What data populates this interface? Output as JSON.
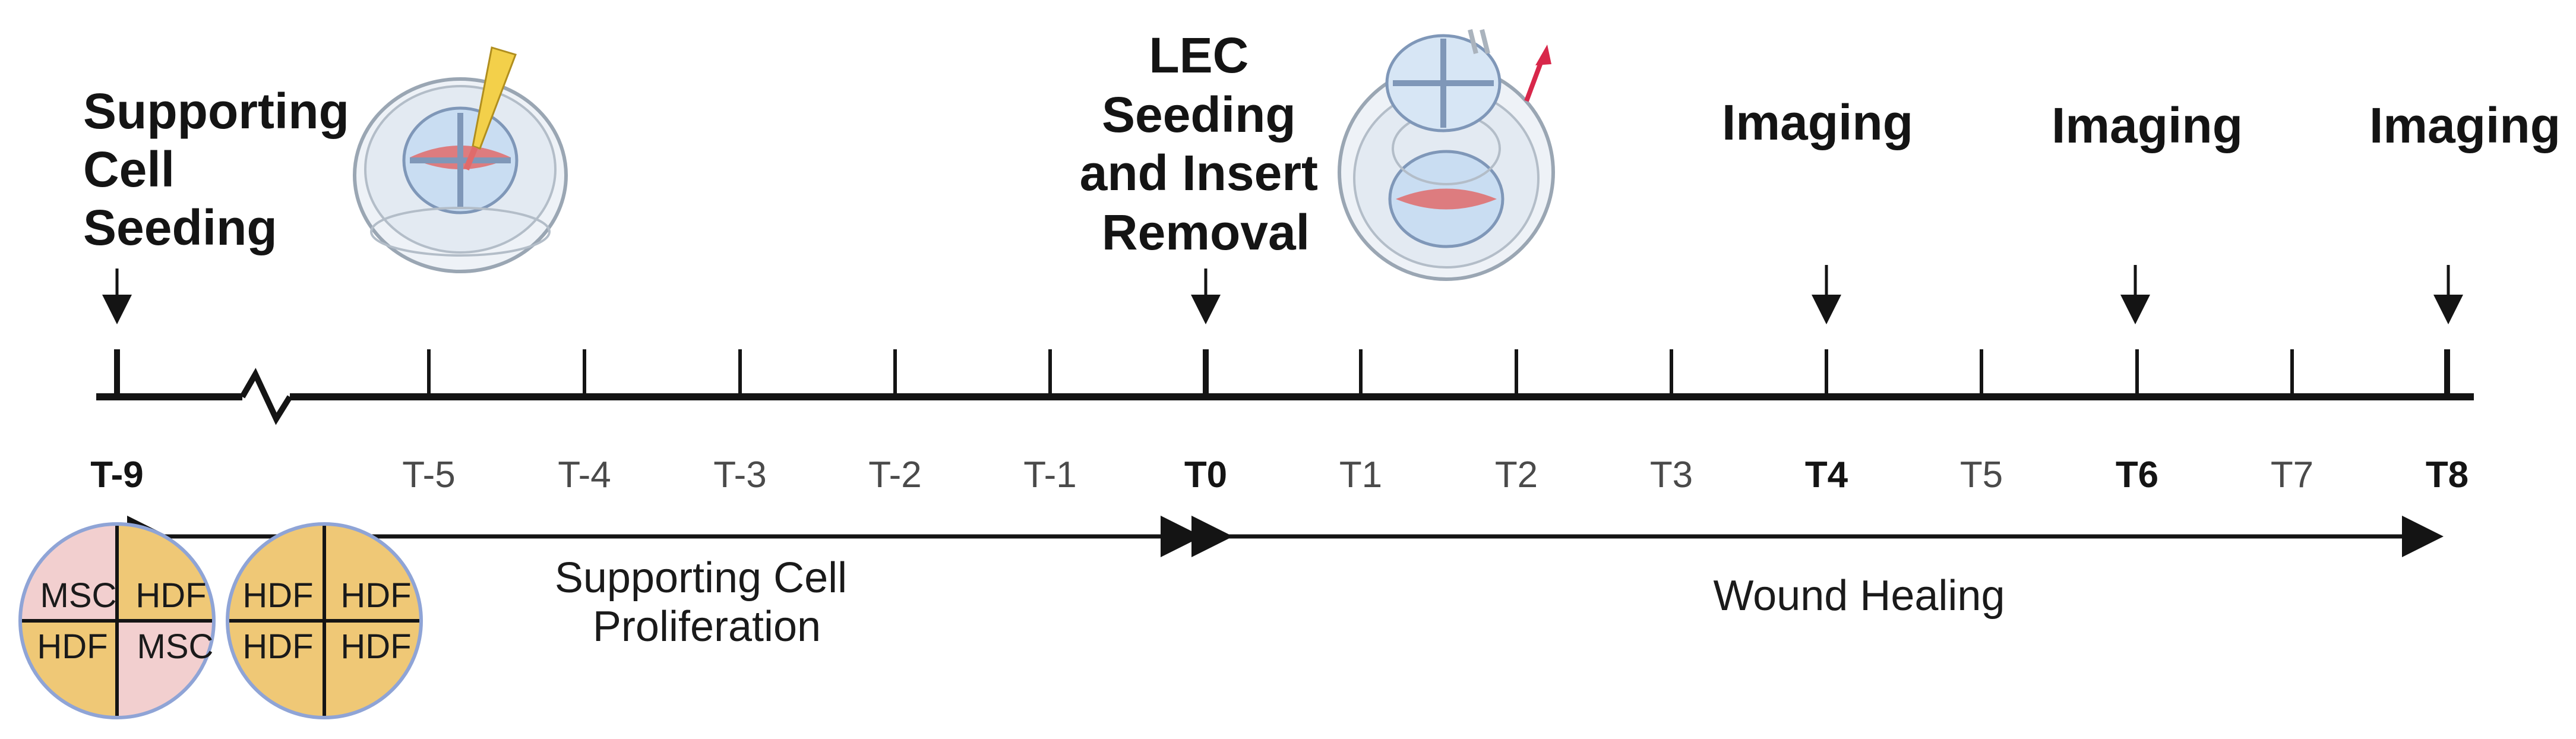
{
  "colors": {
    "line": "#141414",
    "msc_fill": "#f2cfcf",
    "hdf_fill": "#efc876",
    "well_border": "#8fa4d6",
    "dish_blue": "#c9ddf2",
    "tissue_red": "#e06b6b",
    "pipette_yellow": "#f3d04a",
    "removal_arrow": "#d8274a"
  },
  "icons": [
    "seeding-dish-icon",
    "pipette-icon",
    "insert-removal-dish-icon",
    "removal-arrow-icon",
    "axis-break-icon"
  ],
  "events": {
    "support": [
      "Supporting",
      "Cell",
      "Seeding"
    ],
    "lec": [
      "LEC",
      "Seeding",
      "and Insert",
      "Removal"
    ],
    "imaging_t4": "Imaging",
    "imaging_t6": "Imaging",
    "imaging_t8": "Imaging"
  },
  "ticks": {
    "tm9": "T-9",
    "tm5": "T-5",
    "tm4": "T-4",
    "tm3": "T-3",
    "tm2": "T-2",
    "tm1": "T-1",
    "t0": "T0",
    "t1": "T1",
    "t2": "T2",
    "t3": "T3",
    "t4": "T4",
    "t5": "T5",
    "t6": "T6",
    "t7": "T7",
    "t8": "T8"
  },
  "phases": {
    "proliferation": [
      "Supporting Cell",
      "Proliferation"
    ],
    "healing": "Wound Healing"
  },
  "wells": {
    "mixed": {
      "tl": "MSC",
      "tr": "HDF",
      "bl": "HDF",
      "br": "MSC"
    },
    "hdf_only": {
      "tl": "HDF",
      "tr": "HDF",
      "bl": "HDF",
      "br": "HDF"
    }
  }
}
